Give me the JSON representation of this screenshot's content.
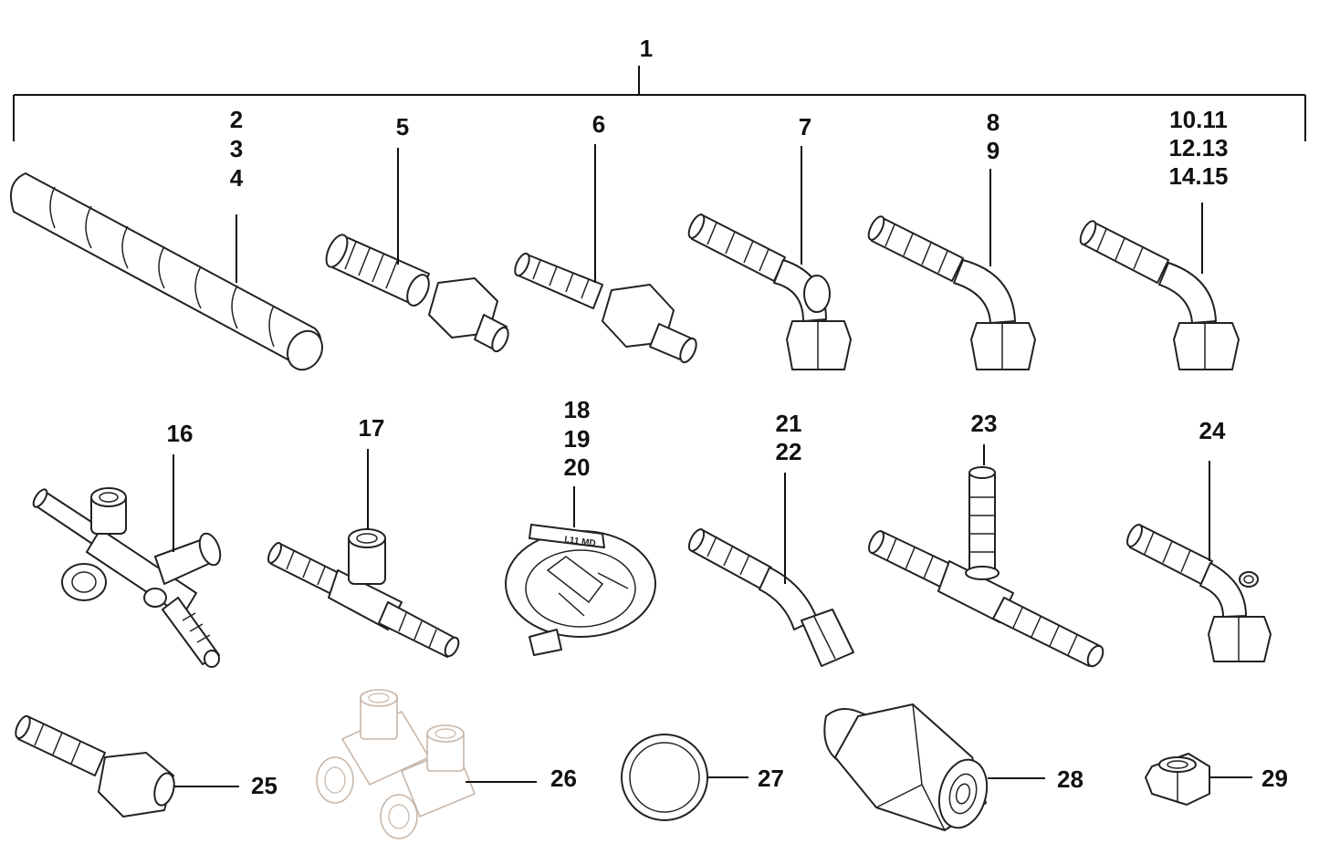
{
  "labels": {
    "assembly": "1",
    "hose": [
      "2",
      "3",
      "4"
    ],
    "p5": "5",
    "p6": "6",
    "p7": "7",
    "p8": [
      "8",
      "9"
    ],
    "p10": [
      "10.11",
      "12.13",
      "14.15"
    ],
    "p16": "16",
    "p17": "17",
    "p18": [
      "18",
      "19",
      "20"
    ],
    "p21": [
      "21",
      "22"
    ],
    "p23": "23",
    "p24": "24",
    "p25": "25",
    "p26": "26",
    "p27": "27",
    "p28": "28",
    "p29": "29"
  },
  "clip_marking": "I.11 MD"
}
